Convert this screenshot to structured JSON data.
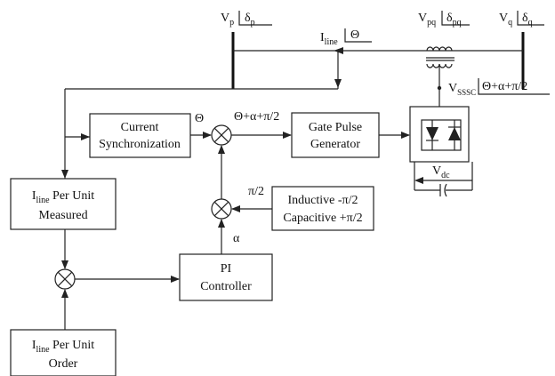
{
  "buses": {
    "vp": {
      "main": "V",
      "sub": "p",
      "angle_main": "δ",
      "angle_sub": "p"
    },
    "vq": {
      "main": "V",
      "sub": "q",
      "angle_main": "δ",
      "angle_sub": "q"
    },
    "vpq": {
      "main": "V",
      "sub": "pq",
      "angle_main": "δ",
      "angle_sub": "pq"
    },
    "iline": {
      "main": "I",
      "sub": "line",
      "angle": "Θ"
    },
    "vsssc": {
      "main": "V",
      "sub": "SSSC",
      "angle": "Θ+α+π/2"
    }
  },
  "blocks": {
    "current_sync": {
      "line1": "Current",
      "line2": "Synchronization"
    },
    "gate_pulse": {
      "line1": "Gate Pulse",
      "line2": "Generator"
    },
    "iline_measured": {
      "sub": "line",
      "line1_rest": " Per Unit",
      "line2": "Measured"
    },
    "iline_order": {
      "sub": "line",
      "line1_rest": " Per Unit",
      "line2": "Order"
    },
    "pi_controller": {
      "line1": "PI",
      "line2": "Controller"
    },
    "ind_cap": {
      "line1": "Inductive -π/2",
      "line2": "Capacitive +π/2"
    },
    "vdc": {
      "main": "V",
      "sub": "dc"
    }
  },
  "signals": {
    "theta": "Θ",
    "theta_sum": "Θ+α+π/2",
    "pi_half": "π/2",
    "alpha": "α"
  }
}
